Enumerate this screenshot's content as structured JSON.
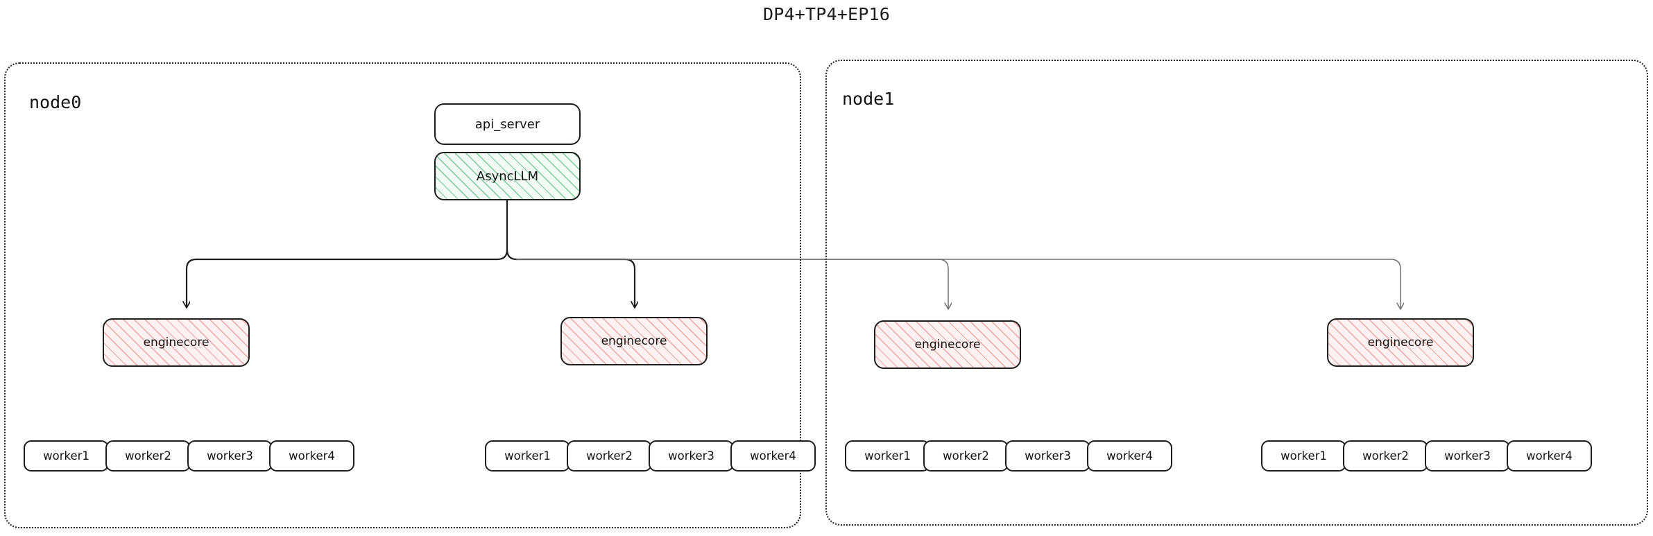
{
  "title": "DP4+TP4+EP16",
  "colors": {
    "stroke": "#1d1d1d",
    "cross_node_stroke": "#6e6e6e",
    "async_hatch": "#18a050",
    "enginecore_hatch": "#e26464",
    "background": "#ffffff",
    "text": "#141414"
  },
  "clusters": [
    {
      "id": "node0",
      "label": "node0",
      "engine_groups": [
        {
          "engine_label": "enginecore",
          "workers": [
            "worker1",
            "worker2",
            "worker3",
            "worker4"
          ]
        },
        {
          "engine_label": "enginecore",
          "workers": [
            "worker1",
            "worker2",
            "worker3",
            "worker4"
          ]
        }
      ]
    },
    {
      "id": "node1",
      "label": "node1",
      "engine_groups": [
        {
          "engine_label": "enginecore",
          "workers": [
            "worker1",
            "worker2",
            "worker3",
            "worker4"
          ]
        },
        {
          "engine_label": "enginecore",
          "workers": [
            "worker1",
            "worker2",
            "worker3",
            "worker4"
          ]
        }
      ]
    }
  ],
  "frontend": {
    "api_server_label": "api_server",
    "async_llm_label": "AsyncLLM"
  }
}
